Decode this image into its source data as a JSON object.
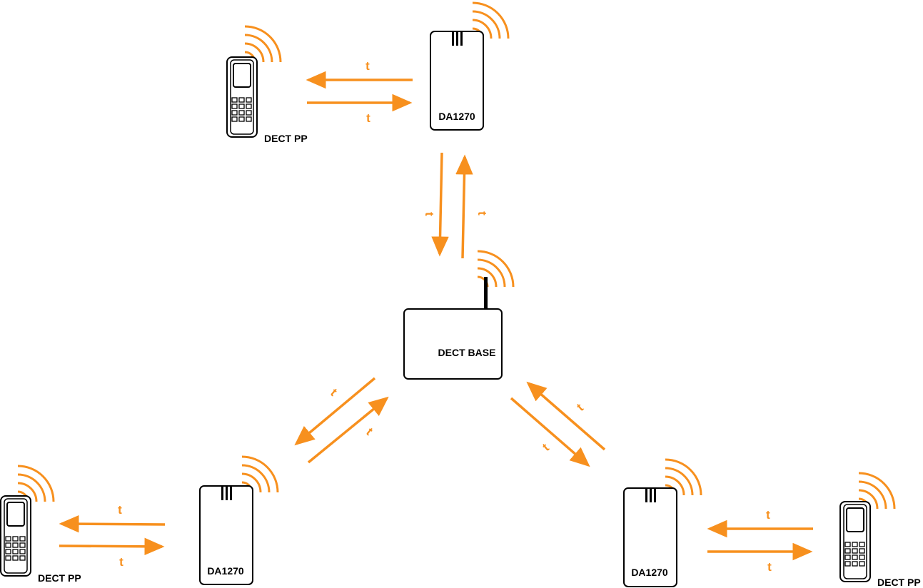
{
  "colors": {
    "accent": "#f7901e",
    "stroke": "#000000",
    "background": "#ffffff"
  },
  "labels": {
    "base": "DECT BASE",
    "repeater_top": "DA1270",
    "repeater_left": "DA1270",
    "repeater_right": "DA1270",
    "handset_top": "DECT PP",
    "handset_left": "DECT PP",
    "handset_right": "DECT PP",
    "link": "t"
  },
  "icons": {
    "handset": "cordless-phone-icon",
    "repeater": "dect-repeater-icon",
    "base": "dect-base-station-icon",
    "signal": "radio-waves-icon"
  }
}
